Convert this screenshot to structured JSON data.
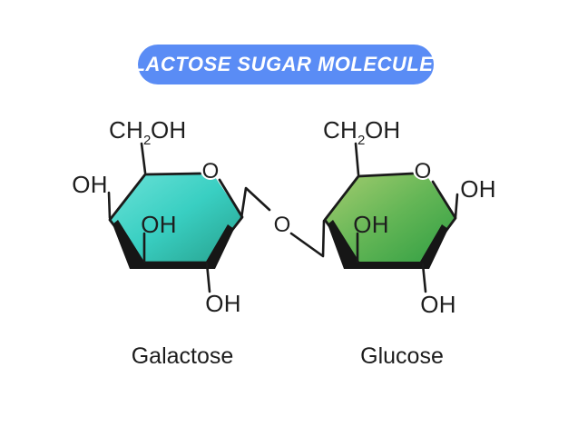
{
  "title": {
    "text": "LACTOSE SUGAR MOLECULE",
    "bg_color": "#5a8cf5",
    "text_color": "#ffffff"
  },
  "bridge": {
    "oxygen_label": "O"
  },
  "molecules": [
    {
      "name": "Galactose",
      "ring_oxygen_label": "O",
      "ch2oh": {
        "main": "CH",
        "sub": "2",
        "tail": "OH"
      },
      "outer_oh_label": "OH",
      "inner_oh_label": "OH",
      "bottom_oh_label": "OH",
      "gradient": {
        "start": "#6ce2d8",
        "mid": "#39cfc2",
        "end": "#27a08c"
      }
    },
    {
      "name": "Glucose",
      "ring_oxygen_label": "O",
      "ch2oh": {
        "main": "CH",
        "sub": "2",
        "tail": "OH"
      },
      "outer_oh_label": "OH",
      "inner_oh_label": "OH",
      "bottom_oh_label": "OH",
      "gradient": {
        "start": "#a6cd70",
        "mid": "#64b656",
        "end": "#2f9e42"
      }
    }
  ],
  "colors": {
    "outline": "#1a1a1a",
    "rim": "#161616",
    "text": "#1e1e1e",
    "background": "#ffffff"
  }
}
